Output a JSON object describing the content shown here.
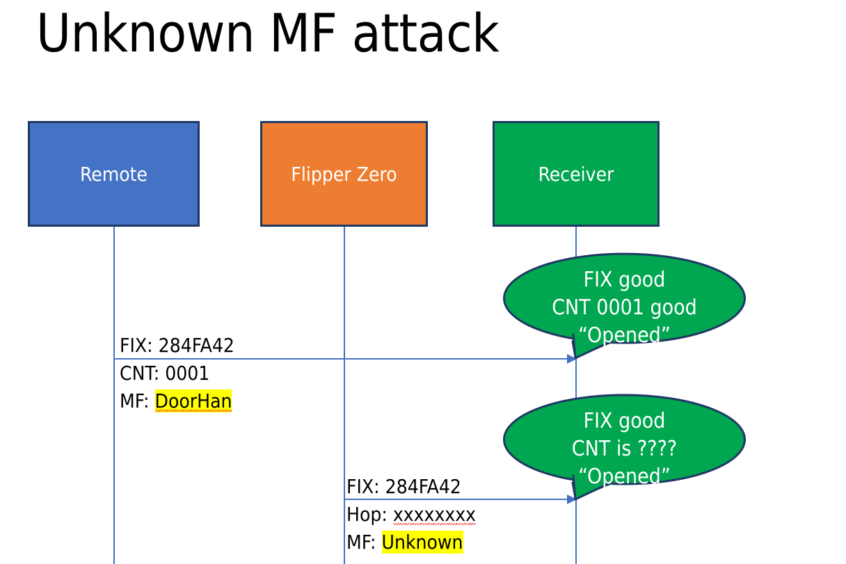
{
  "slide": {
    "title": "Unknown MF attack",
    "background": "#ffffff"
  },
  "colors": {
    "remote_fill": "#4472C4",
    "flipper_fill": "#ED7D31",
    "receiver_fill": "#00A650",
    "box_border": "#1F3864",
    "lifeline": "#4472C4",
    "arrow": "#4472C4",
    "bubble_fill": "#00A650",
    "bubble_border": "#1F3864",
    "highlight": "#FFFF00",
    "spellcheck_underline": "#E8352B",
    "text": "#000000",
    "box_label_text": "#ffffff"
  },
  "actors": [
    {
      "id": "remote",
      "label": "Remote"
    },
    {
      "id": "flipper",
      "label": "Flipper Zero"
    },
    {
      "id": "receiver",
      "label": "Receiver"
    }
  ],
  "messages": [
    {
      "id": "remote-to-receiver",
      "from": "remote",
      "to": "receiver",
      "lines": [
        {
          "label": "FIX:",
          "value": "284FA42",
          "highlight": false,
          "spellcheck": false
        },
        {
          "label": "CNT:",
          "value": "0001",
          "highlight": false,
          "spellcheck": false
        },
        {
          "label": "MF:",
          "value": "DoorHan",
          "highlight": true,
          "spellcheck": true
        }
      ]
    },
    {
      "id": "flipper-to-receiver",
      "from": "flipper",
      "to": "receiver",
      "lines": [
        {
          "label": "FIX:",
          "value": "284FA42",
          "highlight": false,
          "spellcheck": false
        },
        {
          "label": "Hop:",
          "value": "xxxxxxxx",
          "highlight": false,
          "spellcheck": true
        },
        {
          "label": "MF:",
          "value": "Unknown",
          "highlight": true,
          "spellcheck": false
        }
      ]
    }
  ],
  "bubbles": [
    {
      "id": "receiver-response-1",
      "owner": "receiver",
      "lines": [
        "FIX good",
        "CNT 0001 good",
        "“Opened”"
      ]
    },
    {
      "id": "receiver-response-2",
      "owner": "receiver",
      "lines": [
        "FIX good",
        "CNT is ????",
        "“Opened”"
      ]
    }
  ]
}
